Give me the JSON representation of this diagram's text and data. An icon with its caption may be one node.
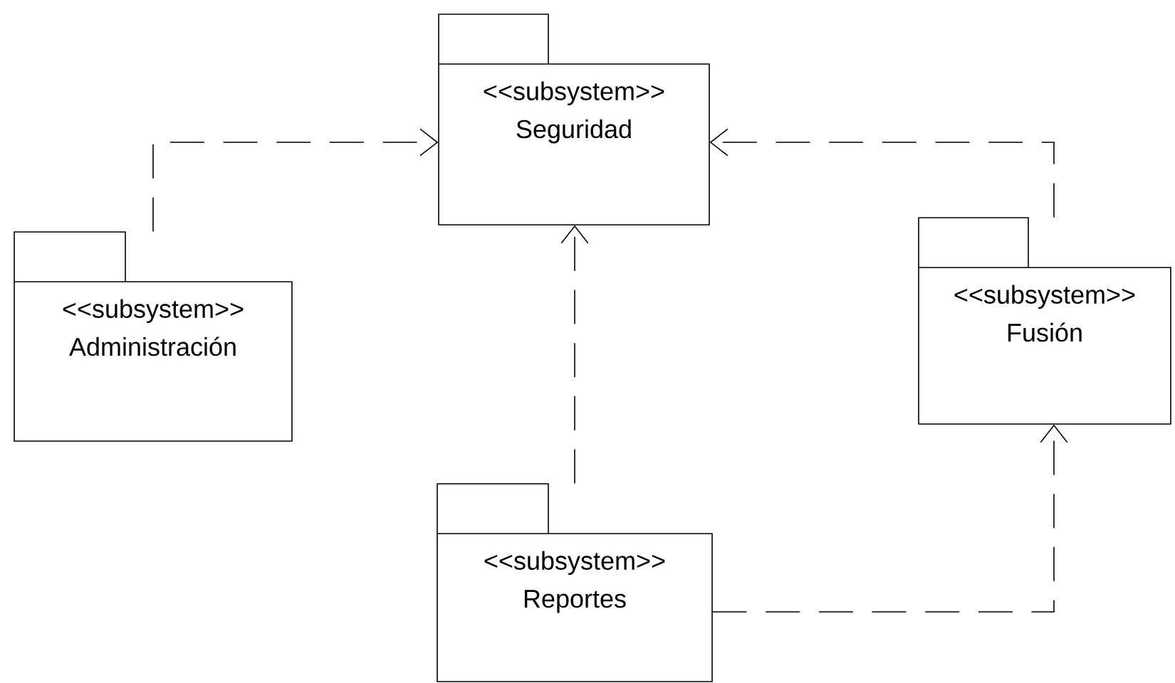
{
  "diagram": {
    "nodes": [
      {
        "text": [
          "<<subsystem>>",
          "Seguridad"
        ]
      },
      {
        "text": [
          "<<subsystem>>",
          "Administración"
        ]
      },
      {
        "text": [
          "<<subsystem>>",
          "Fusión"
        ]
      },
      {
        "text": [
          "<<subsystem>>",
          "Reportes"
        ]
      }
    ],
    "edges": [
      {
        "from": 1,
        "to": 0,
        "arrow": "to"
      },
      {
        "from": 2,
        "to": 0,
        "arrow": "to"
      },
      {
        "from": 3,
        "to": 0,
        "arrow": "to"
      },
      {
        "from": 3,
        "to": 2,
        "arrow": "to"
      }
    ]
  }
}
